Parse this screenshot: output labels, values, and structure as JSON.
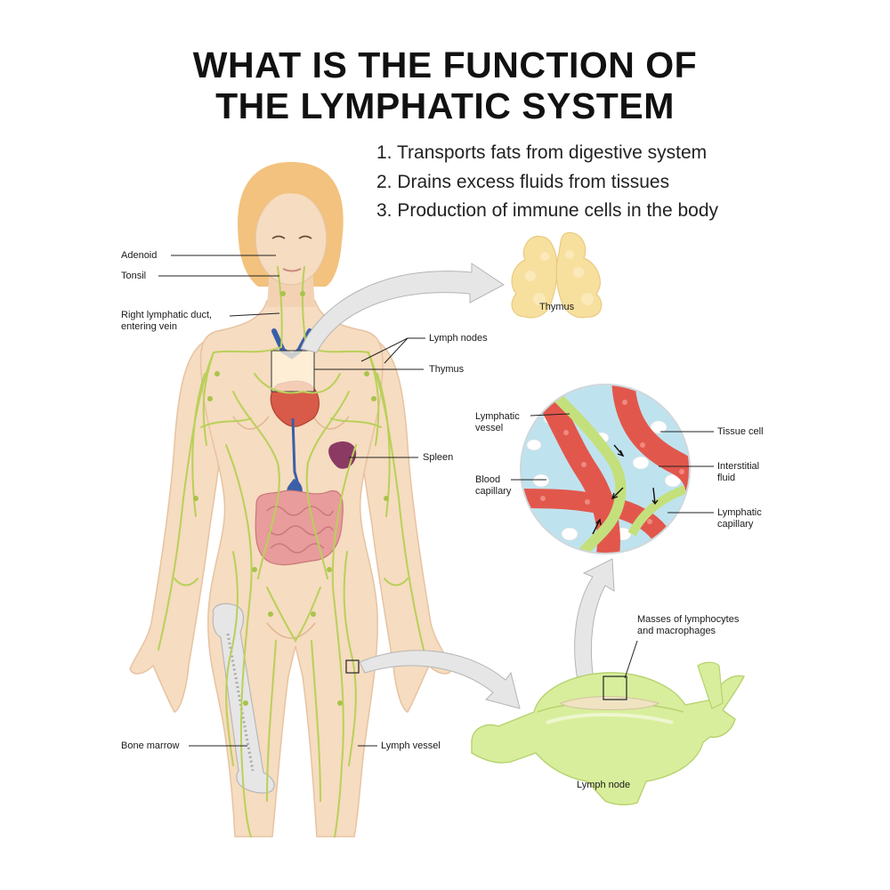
{
  "title": {
    "line1": "WHAT IS THE FUNCTION OF",
    "line2": "THE LYMPHATIC SYSTEM"
  },
  "functions": [
    "1. Transports fats from digestive system",
    "2. Drains excess fluids from tissues",
    "3. Production of immune cells in the body"
  ],
  "labels": {
    "adenoid": "Adenoid",
    "tonsil": "Tonsil",
    "right_lymphatic_duct": [
      "Right lymphatic duct,",
      "entering vein"
    ],
    "lymph_nodes": "Lymph nodes",
    "thymus_body": "Thymus",
    "thymus_detail": "Thymus",
    "spleen": "Spleen",
    "bone_marrow": "Bone marrow",
    "lymph_vessel": "Lymph vessel",
    "lymphatic_vessel": [
      "Lymphatic",
      "vessel"
    ],
    "blood_capillary": [
      "Blood",
      "capillary"
    ],
    "tissue_cell": "Tissue cell",
    "interstitial_fluid": [
      "Interstitial",
      "fluid"
    ],
    "lymphatic_capillary": [
      "Lymphatic",
      "capillary"
    ],
    "masses": [
      "Masses of lymphocytes",
      "and macrophages"
    ],
    "lymph_node": "Lymph node"
  },
  "colors": {
    "skin": "#f6dcc0",
    "hair": "#f2c27e",
    "lymph": "#b9d05a",
    "blood": "#e2574c",
    "vein": "#3b5fa8",
    "intestine": "#e89c9c",
    "spleen": "#8a3a63",
    "fluid": "#bfe3ee",
    "node": "#d8ee9c",
    "thymus": "#f7df9e"
  }
}
